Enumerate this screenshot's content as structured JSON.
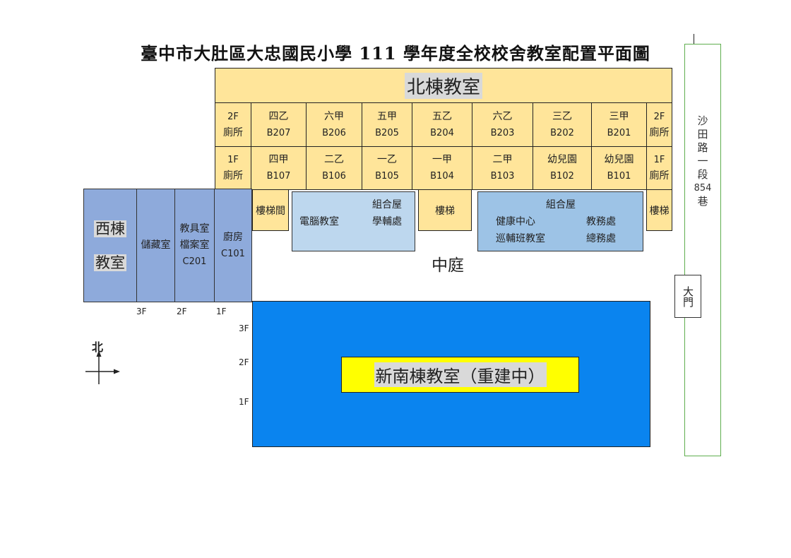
{
  "title": "臺中市大肚區大忠國民小學 111 學年度全校校舍教室配置平面圖",
  "north_building": {
    "name": "北棟教室",
    "floor2": [
      {
        "top": "2F",
        "bottom": "廁所"
      },
      {
        "top": "四乙",
        "bottom": "B207"
      },
      {
        "top": "六甲",
        "bottom": "B206"
      },
      {
        "top": "五甲",
        "bottom": "B205"
      },
      {
        "top": "五乙",
        "bottom": "B204"
      },
      {
        "top": "六乙",
        "bottom": "B203"
      },
      {
        "top": "三乙",
        "bottom": "B202"
      },
      {
        "top": "三甲",
        "bottom": "B201"
      },
      {
        "top": "2F",
        "bottom": "廁所"
      }
    ],
    "floor1": [
      {
        "top": "1F",
        "bottom": "廁所"
      },
      {
        "top": "四甲",
        "bottom": "B107"
      },
      {
        "top": "二乙",
        "bottom": "B106"
      },
      {
        "top": "一乙",
        "bottom": "B105"
      },
      {
        "top": "一甲",
        "bottom": "B104"
      },
      {
        "top": "二甲",
        "bottom": "B103"
      },
      {
        "top": "幼兒園",
        "bottom": "B102"
      },
      {
        "top": "幼兒園",
        "bottom": "B101"
      },
      {
        "top": "1F",
        "bottom": "廁所"
      }
    ]
  },
  "stairs": {
    "stairwell": "樓梯間",
    "stairs_center": "樓梯",
    "stairs_right": "樓梯"
  },
  "prefab_left": {
    "computer_room": "電腦教室",
    "prefab": "組合屋",
    "counseling": "學輔處"
  },
  "prefab_right": {
    "prefab": "組合屋",
    "health_center": "健康中心",
    "academic_affairs": "教務處",
    "itinerant_class": "巡輔班教室",
    "general_affairs": "總務處"
  },
  "courtyard": "中庭",
  "west_building": {
    "name_line1": "西棟",
    "name_line2": "教室",
    "storage": "儲藏室",
    "teaching_aids_line1": "教具室",
    "teaching_aids_line2": "檔案室",
    "teaching_aids_code": "C201",
    "kitchen": "廚房",
    "kitchen_code": "C101",
    "floor_3f": "3F",
    "floor_2f": "2F",
    "floor_1f": "1F"
  },
  "south_building": {
    "label": "新南棟教室（重建中）",
    "floor_3f": "3F",
    "floor_2f": "2F",
    "floor_1f": "1F"
  },
  "compass": {
    "north": "北"
  },
  "road": "沙田路一段854巷",
  "gate": "大門",
  "colors": {
    "classroom": "#ffe59a",
    "west_building": "#8eaadb",
    "prefab_left": "#bdd7ee",
    "prefab_right": "#9dc3e6",
    "south_building": "#0a84ef",
    "south_label": "#ffff00",
    "road_border": "#5fae4e"
  }
}
